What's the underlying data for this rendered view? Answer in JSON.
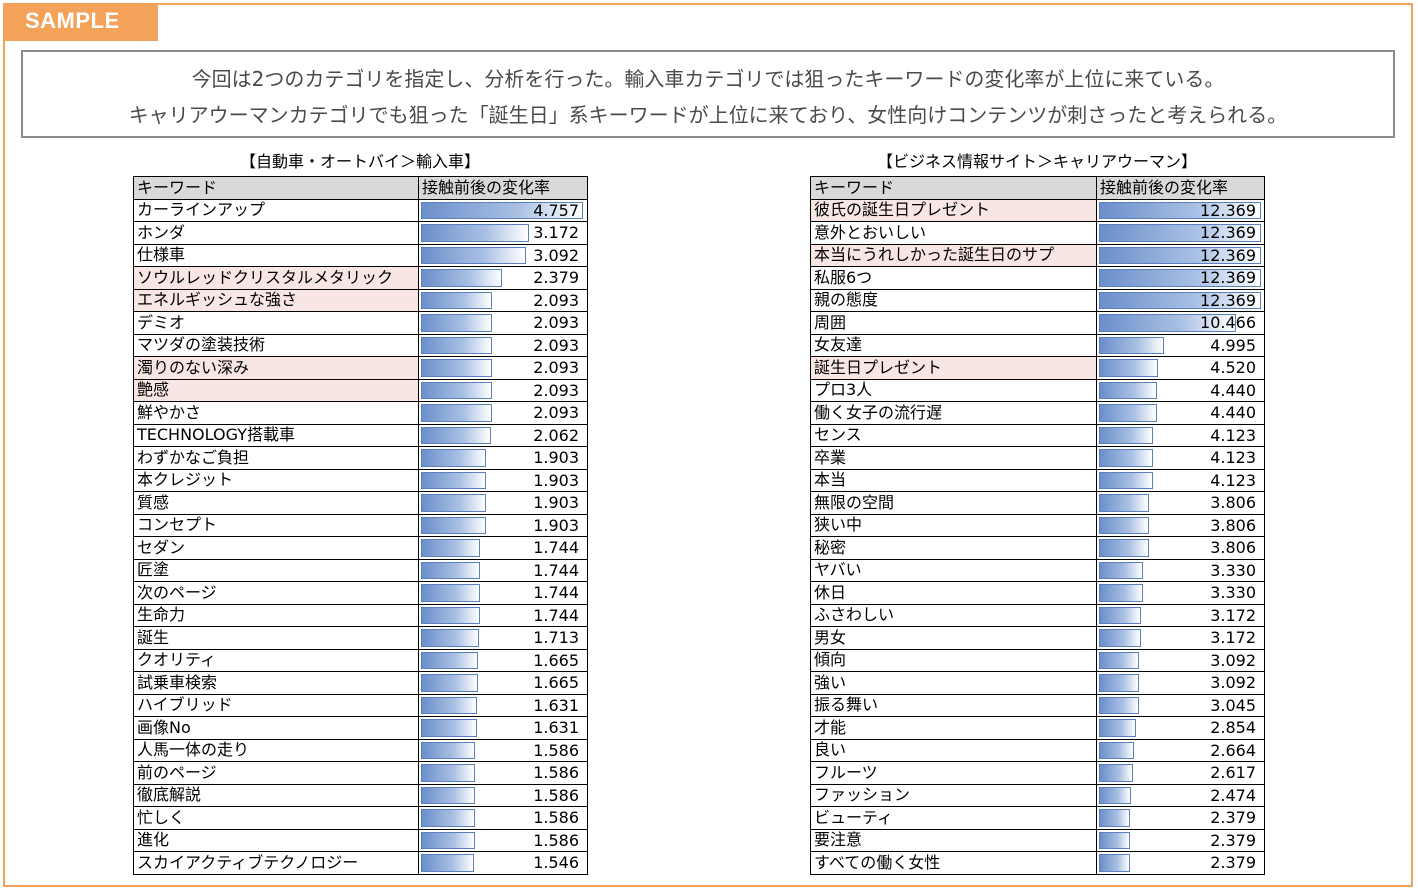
{
  "badge": "SAMPLE",
  "summary": {
    "line1": "今回は2つのカテゴリを指定し、分析を行った。輸入車カテゴリでは狙ったキーワードの変化率が上位に来ている。",
    "line2": "キャリアウーマンカテゴリでも狙った「誕生日」系キーワードが上位に来ており、女性向けコンテンツが刺さったと考えられる。"
  },
  "colors": {
    "accent": "#f4a25a",
    "highlight": "#f7e6e3",
    "bar": "#6b8fcb",
    "header": "#d9d9d9"
  },
  "tables": [
    {
      "title": "【自動車・オートバイ＞輸入車】",
      "col_keyword": "キーワード",
      "col_rate": "接触前後の変化率",
      "max": 4.757,
      "rows": [
        {
          "keyword": "カーラインアップ",
          "value": "4.757",
          "hl": false
        },
        {
          "keyword": "ホンダ",
          "value": "3.172",
          "hl": false
        },
        {
          "keyword": "仕様車",
          "value": "3.092",
          "hl": false
        },
        {
          "keyword": "ソウルレッドクリスタルメタリック",
          "value": "2.379",
          "hl": true
        },
        {
          "keyword": "エネルギッシュな強さ",
          "value": "2.093",
          "hl": true
        },
        {
          "keyword": "デミオ",
          "value": "2.093",
          "hl": false
        },
        {
          "keyword": "マツダの塗装技術",
          "value": "2.093",
          "hl": false
        },
        {
          "keyword": "濁りのない深み",
          "value": "2.093",
          "hl": true
        },
        {
          "keyword": "艶感",
          "value": "2.093",
          "hl": true
        },
        {
          "keyword": "鮮やかさ",
          "value": "2.093",
          "hl": false
        },
        {
          "keyword": "TECHNOLOGY搭載車",
          "value": "2.062",
          "hl": false
        },
        {
          "keyword": "わずかなご負担",
          "value": "1.903",
          "hl": false
        },
        {
          "keyword": "本クレジット",
          "value": "1.903",
          "hl": false
        },
        {
          "keyword": "質感",
          "value": "1.903",
          "hl": false
        },
        {
          "keyword": "コンセプト",
          "value": "1.903",
          "hl": false
        },
        {
          "keyword": "セダン",
          "value": "1.744",
          "hl": false
        },
        {
          "keyword": "匠塗",
          "value": "1.744",
          "hl": false
        },
        {
          "keyword": "次のページ",
          "value": "1.744",
          "hl": false
        },
        {
          "keyword": "生命力",
          "value": "1.744",
          "hl": false
        },
        {
          "keyword": "誕生",
          "value": "1.713",
          "hl": false
        },
        {
          "keyword": "クオリティ",
          "value": "1.665",
          "hl": false
        },
        {
          "keyword": "試乗車検索",
          "value": "1.665",
          "hl": false
        },
        {
          "keyword": "ハイブリッド",
          "value": "1.631",
          "hl": false
        },
        {
          "keyword": "画像No",
          "value": "1.631",
          "hl": false
        },
        {
          "keyword": "人馬一体の走り",
          "value": "1.586",
          "hl": false
        },
        {
          "keyword": "前のページ",
          "value": "1.586",
          "hl": false
        },
        {
          "keyword": "徹底解説",
          "value": "1.586",
          "hl": false
        },
        {
          "keyword": "忙しく",
          "value": "1.586",
          "hl": false
        },
        {
          "keyword": "進化",
          "value": "1.586",
          "hl": false
        },
        {
          "keyword": "スカイアクティブテクノロジー",
          "value": "1.546",
          "hl": false
        }
      ]
    },
    {
      "title": "【ビジネス情報サイト＞キャリアウーマン】",
      "col_keyword": "キーワード",
      "col_rate": "接触前後の変化率",
      "max": 12.369,
      "rows": [
        {
          "keyword": "彼氏の誕生日プレゼント",
          "value": "12.369",
          "hl": true
        },
        {
          "keyword": "意外とおいしい",
          "value": "12.369",
          "hl": false
        },
        {
          "keyword": "本当にうれしかった誕生日のサプ",
          "value": "12.369",
          "hl": true
        },
        {
          "keyword": "私服6つ",
          "value": "12.369",
          "hl": false
        },
        {
          "keyword": "親の態度",
          "value": "12.369",
          "hl": false
        },
        {
          "keyword": "周囲",
          "value": "10.466",
          "hl": false
        },
        {
          "keyword": "女友達",
          "value": "4.995",
          "hl": false
        },
        {
          "keyword": "誕生日プレゼント",
          "value": "4.520",
          "hl": true
        },
        {
          "keyword": "プロ3人",
          "value": "4.440",
          "hl": false
        },
        {
          "keyword": "働く女子の流行遅",
          "value": "4.440",
          "hl": false
        },
        {
          "keyword": "センス",
          "value": "4.123",
          "hl": false
        },
        {
          "keyword": "卒業",
          "value": "4.123",
          "hl": false
        },
        {
          "keyword": "本当",
          "value": "4.123",
          "hl": false
        },
        {
          "keyword": "無限の空間",
          "value": "3.806",
          "hl": false
        },
        {
          "keyword": "狭い中",
          "value": "3.806",
          "hl": false
        },
        {
          "keyword": "秘密",
          "value": "3.806",
          "hl": false
        },
        {
          "keyword": "ヤバい",
          "value": "3.330",
          "hl": false
        },
        {
          "keyword": "休日",
          "value": "3.330",
          "hl": false
        },
        {
          "keyword": "ふさわしい",
          "value": "3.172",
          "hl": false
        },
        {
          "keyword": "男女",
          "value": "3.172",
          "hl": false
        },
        {
          "keyword": "傾向",
          "value": "3.092",
          "hl": false
        },
        {
          "keyword": "強い",
          "value": "3.092",
          "hl": false
        },
        {
          "keyword": "振る舞い",
          "value": "3.045",
          "hl": false
        },
        {
          "keyword": "才能",
          "value": "2.854",
          "hl": false
        },
        {
          "keyword": "良い",
          "value": "2.664",
          "hl": false
        },
        {
          "keyword": "フルーツ",
          "value": "2.617",
          "hl": false
        },
        {
          "keyword": "ファッション",
          "value": "2.474",
          "hl": false
        },
        {
          "keyword": "ビューティ",
          "value": "2.379",
          "hl": false
        },
        {
          "keyword": "要注意",
          "value": "2.379",
          "hl": false
        },
        {
          "keyword": "すべての働く女性",
          "value": "2.379",
          "hl": false
        }
      ]
    }
  ]
}
